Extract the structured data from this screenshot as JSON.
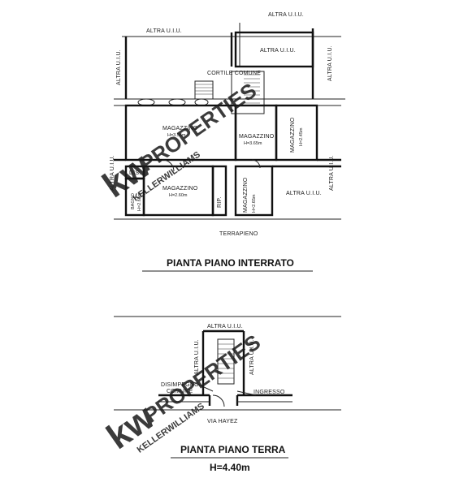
{
  "interrato": {
    "title": "PIANTA PIANO INTERRATO",
    "labels": {
      "altra_top": "ALTRA U.I.U.",
      "altra_left_top": "ALTRA U.I.U.",
      "altra_inner": "ALTRA U.I.U.",
      "altra_right_top": "ALTRA U.I.U.",
      "cortile": "CORTILE COMUNE",
      "magazzino_center": "MAGAZZINO",
      "magazzino_center_h": "H=3.55m",
      "magazzino_mid": "MAGAZZINO",
      "magazzino_mid_h": "H=3.65m",
      "magazzino_right": "MAGAZZINO",
      "magazzino_right_h": "H=2.45m",
      "altra_left_mid": "ALTRA U.I.U.",
      "altra_right_mid": "ALTRA U.I.U.",
      "dis": "DIS.",
      "bagno": "BAGNO",
      "bagno_h": "H=2.65m",
      "magazzino_bottom": "MAGAZZINO",
      "magazzino_bottom_h": "H=2.60m",
      "rip": "RIP.",
      "magazzino_small": "MAGAZZINO",
      "magazzino_small_h": "H=2.65m",
      "altra_bottom_right": "ALTRA U.I.U.",
      "terrapieno": "TERRAPIENO"
    }
  },
  "terra": {
    "title": "PIANTA PIANO TERRA",
    "height_note": "H=4.40m",
    "labels": {
      "altra_top": "ALTRA U.I.U.",
      "altra_left": "ALTRA U.I.U.",
      "altra_right": "ALTRA U.I.U.",
      "disimpegno": "DISIMPEGNO",
      "comune": "COMUNE",
      "ingresso": "INGRESSO",
      "via": "VIA HAYEZ"
    }
  },
  "watermark": {
    "brand": "kw",
    "word": "PROPERTIES",
    "sub": "KELLERWILLIAMS",
    "color": "#e03a4e",
    "gray": "#bdbdbd"
  }
}
